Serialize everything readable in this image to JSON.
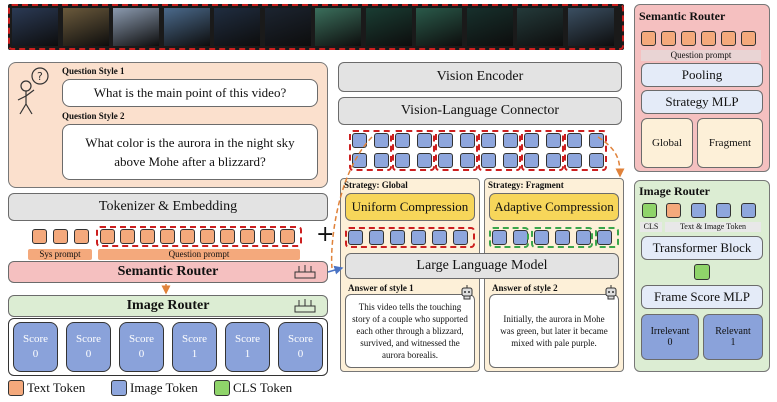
{
  "video": {
    "frame_colors": [
      "#2b3a55",
      "#6b5a3c",
      "#8c9bb0",
      "#4b6a8c",
      "#202d40",
      "#1c2430",
      "#3b6f5c",
      "#1a3d33",
      "#2a5a4a",
      "#17302c",
      "#243a3a",
      "#3b4f62"
    ]
  },
  "questions": {
    "style1_label": "Question Style 1",
    "style1_text": "What is the main point of this video?",
    "style2_label": "Question Style 2",
    "style2_text": "What color is the aurora in the night sky above Mohe after a blizzard?"
  },
  "left": {
    "tokenizer": "Tokenizer & Embedding",
    "sys_prompt": "Sys prompt",
    "question_prompt": "Question prompt",
    "semantic_router": "Semantic Router",
    "image_router": "Image Router",
    "score_label": "Score",
    "scores": [
      "0",
      "0",
      "0",
      "1",
      "1",
      "0"
    ]
  },
  "middle": {
    "plus": "+",
    "vision_encoder": "Vision Encoder",
    "connector": "Vision-Language Connector",
    "strategy_global": "Strategy: Global",
    "strategy_fragment": "Strategy: Fragment",
    "uniform": "Uniform Compression",
    "adaptive": "Adaptive Compression",
    "llm": "Large Language Model",
    "answer1_label": "Answer of style 1",
    "answer1_text": "This video tells the touching story of a couple who supported each other through a blizzard, survived, and witnessed the aurora borealis.",
    "answer2_label": "Answer of style 2",
    "answer2_text": "Initially, the aurora in Mohe was green, but later it became mixed with pale purple."
  },
  "semantic_panel": {
    "title": "Semantic Router",
    "question_prompt": "Question prompt",
    "pooling": "Pooling",
    "strategy_mlp": "Strategy MLP",
    "global": "Global",
    "fragment": "Fragment"
  },
  "image_panel": {
    "title": "Image Router",
    "cls": "CLS",
    "text_image_token": "Text & Image Token",
    "transformer": "Transformer Block",
    "frame_score_mlp": "Frame Score MLP",
    "irrelevant": "Irrelevant",
    "irrelevant_value": "0",
    "relevant": "Relevant",
    "relevant_value": "1"
  },
  "legend": {
    "text_token": "Text Token",
    "image_token": "Image Token",
    "cls_token": "CLS Token"
  },
  "colors": {
    "text_token": "#f4a97c",
    "image_token": "#8ea6dd",
    "cls_token": "#8fd46a",
    "semantic_router_bg": "#f5c0c0",
    "image_router_bg": "#dcedd3",
    "compression": "#f7d65a",
    "answer_panel": "#fdf0d8"
  }
}
